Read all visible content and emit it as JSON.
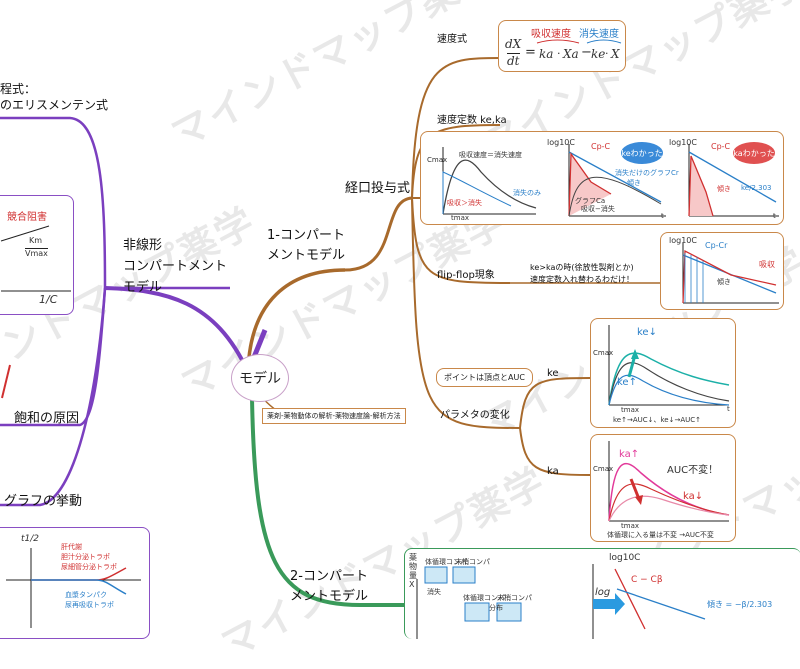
{
  "watermark": "マインドマップ薬学",
  "center": {
    "label": "モデル"
  },
  "center_sub": "薬剤-薬物動体の解析-薬物速度論-解析方法",
  "left": {
    "top_text_1": "程式：",
    "top_text_2": "のエリスメンテン式",
    "nonlinear": "非線形\nコンパートメント\nモデル",
    "inhibit": "競合阻害",
    "km": "Km",
    "vmax": "Vmax",
    "inv_c": "1/C",
    "saturation": "飽和の原因",
    "graph_behavior": "グラフの挙動",
    "t_half": "t1/2",
    "legend": [
      "肝代謝",
      "胆汁分泌トラポ",
      "尿細管分泌トラポ",
      "血漿タンパク",
      "尿再吸収トラポ"
    ]
  },
  "one_comp": {
    "label": "1-コンパート\nメントモデル",
    "oral": "経口投与式",
    "rate_eq": "速度式",
    "rate_const": "速度定数 ke,ka",
    "flipflop": "flip-flop現象",
    "param": "パラメタの変化",
    "ke": "ke",
    "ka": "ka",
    "point": "ポイントは頂点とAUC",
    "flip_note": "ke>kaの時(徐放性製剤とか)\n速度定数入れ替わるわだけ！",
    "eq": {
      "absorb": "吸収速度",
      "elim": "消失速度",
      "dX": "dX",
      "dt": "dt",
      "ka": "ka",
      "Xa": "Xa",
      "ke": "ke",
      "X": "X"
    },
    "card2": {
      "cmax": "Cmax",
      "tmax": "tmax",
      "t": "t",
      "log": "log10C",
      "cp": "Cp-C",
      "absorb_rate": "吸収速度＝消失速度",
      "absorb_elim": "吸収＞消失",
      "elim_only": "消失のみ",
      "graph": "グラフCa",
      "absorb_elim2": "吸収−消失",
      "ke_known": "keわかった",
      "ka_known": "kaわかった",
      "elim_graph": "消失だけのグラフCr",
      "slope": "傾き",
      "k": "ke/2.303"
    },
    "card3": {
      "log": "log10C",
      "cp": "Cp-Cr",
      "absorb": "吸収",
      "slope": "傾き"
    },
    "card4": {
      "cmax": "Cmax",
      "tmax": "tmax",
      "ke_down": "ke↓",
      "ke_up": "ke↑",
      "t": "t",
      "note": "ke↑→AUC↓、ke↓→AUC↑"
    },
    "card5": {
      "cmax": "Cmax",
      "tmax": "tmax",
      "ka_up": "ka↑",
      "ka_down": "ka↓",
      "auc": "AUC不変！",
      "note": "体循環に入る量は不変 →AUC不変"
    }
  },
  "two_comp": {
    "label": "2-コンパート\nメントモデル",
    "drug_amount": "薬物量 X",
    "central": "体循環コンパ",
    "peripheral": "末梢コンパ",
    "elim": "消失",
    "distribution": "分布",
    "log": "log10C",
    "log2": "log",
    "cpca": "C − Cβ",
    "slope": "傾き = −β/2.303"
  },
  "colors": {
    "brown": "#a86a2c",
    "purple": "#7b3fbf",
    "green": "#3a9a5a",
    "red": "#d03030",
    "blue": "#2a7fc8"
  }
}
